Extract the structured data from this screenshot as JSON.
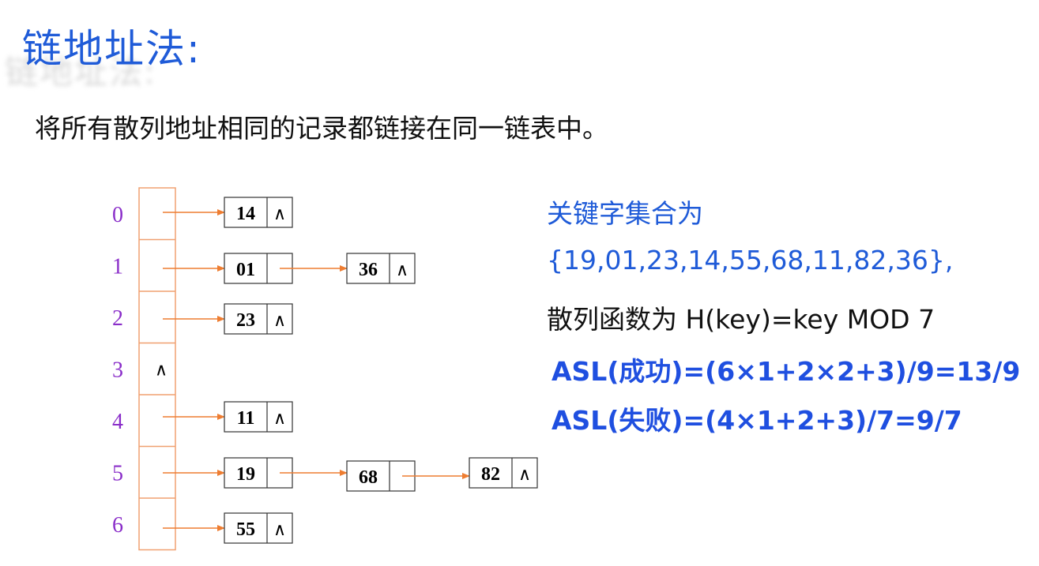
{
  "title": "链地址法:",
  "subtitle": "将所有散列地址相同的记录都链接在同一链表中。",
  "null_symbol": "∧",
  "colors": {
    "title": "#1f5bd8",
    "index": "#8a2ec9",
    "arrow": "#ee7d31",
    "table_border": "#f0a070"
  },
  "table": [
    {
      "index": "0",
      "chain": [
        "14"
      ]
    },
    {
      "index": "1",
      "chain": [
        "01",
        "36"
      ]
    },
    {
      "index": "2",
      "chain": [
        "23"
      ]
    },
    {
      "index": "3",
      "chain": []
    },
    {
      "index": "4",
      "chain": [
        "11"
      ]
    },
    {
      "index": "5",
      "chain": [
        "19",
        "68",
        "82"
      ]
    },
    {
      "index": "6",
      "chain": [
        "55"
      ]
    }
  ],
  "info": {
    "keys_label": "关键字集合为",
    "keys": "{19,01,23,14,55,68,11,82,36},",
    "hash_fn": "散列函数为 H(key)=key MOD 7",
    "asl_success": "ASL(成功)=(6×1+2×2+3)/9=13/9",
    "asl_fail": "ASL(失败)=(4×1+2+3)/7=9/7"
  }
}
